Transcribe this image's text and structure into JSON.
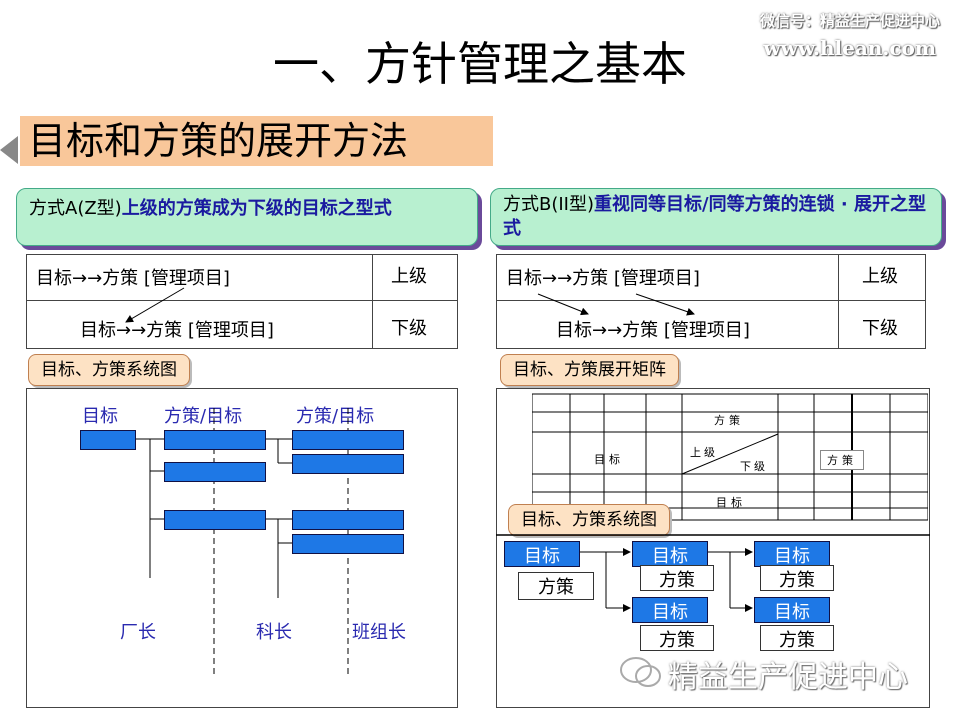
{
  "watermark": {
    "line1": "微信号：精益生产促进中心",
    "line2": "www.hlean.com"
  },
  "title": "一、方针管理之基本",
  "subtitle": "目标和方策的展开方法",
  "methodA": {
    "prefix": "方式A(Z型)",
    "desc": "上级的方策成为下级的目标之型式",
    "row_top": "目标→→方策 [管理项目]",
    "row_bottom": "目标→→方策 [管理项目]",
    "upper": "上级",
    "lower": "下级",
    "tag": "目标、方策系统图",
    "col_target": "目标",
    "col_mid": "方策/目标",
    "col_right": "方策/目标",
    "role1": "厂长",
    "role2": "科长",
    "role3": "班组长"
  },
  "methodB": {
    "prefix": "方式B(II型)",
    "desc": "重视同等目标/同等方策的连锁 · 展开之型式",
    "row_top": "目标→→方策 [管理项目]",
    "row_bottom": "目标→→方策 [管理项目]",
    "upper": "上级",
    "lower": "下级",
    "tag": "目标、方策展开矩阵",
    "matrix_policy": "方策",
    "matrix_target": "目标",
    "matrix_upper": "上级",
    "matrix_lower": "下级",
    "matrix_policy_box": "方策",
    "matrix_target_bottom": "目标",
    "tag2": "目标、方策系统图",
    "target": "目标",
    "policy": "方策"
  },
  "footer_logo": "精益生产促进中心"
}
